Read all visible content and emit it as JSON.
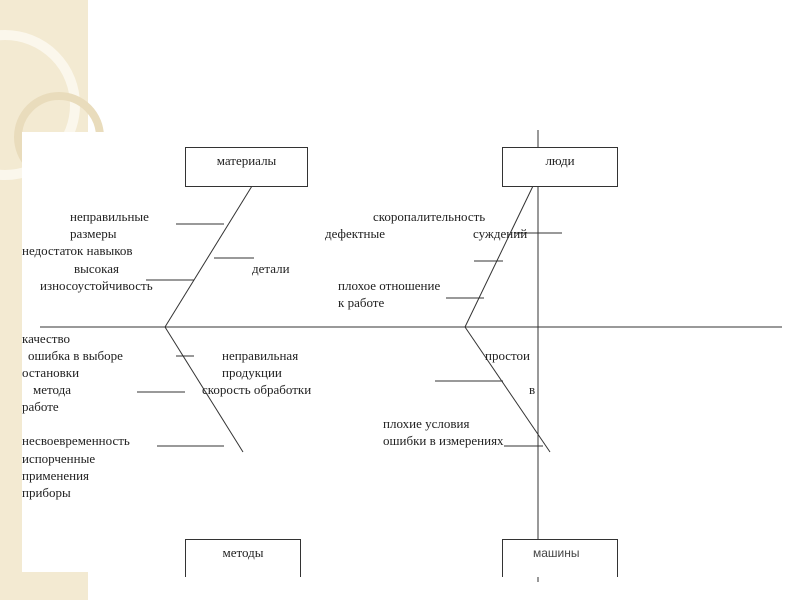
{
  "diagram": {
    "categories": {
      "materials": "материалы",
      "people": "люди",
      "methods": "методы",
      "machines": "машины"
    },
    "labels": {
      "wrong": "неправильные",
      "sizes": "размеры",
      "lack_of_skills": "недостаток навыков",
      "high": "высокая",
      "wear_resistance": "износоустойчивость",
      "haste": "скоропалительность",
      "defective": "дефектные",
      "judgments": "суждений",
      "parts": "детали",
      "bad_attitude": "плохое отношение",
      "to_work": "к работе",
      "quality": "качество",
      "error_in_choice": "ошибка  в выборе",
      "wrong_f": "неправильная",
      "stops": "простои",
      "stops_2": "остановки",
      "products": "продукции",
      "method": "метода",
      "processing_speed": "скорость обработки",
      "in": "в",
      "work": "работе",
      "bad_conditions": "плохие условия",
      "untimeliness": "несвоевременность",
      "measurement_errors": "ошибки   в   измерениях",
      "damaged": "испорченные",
      "application": "применения",
      "devices": "приборы"
    }
  }
}
